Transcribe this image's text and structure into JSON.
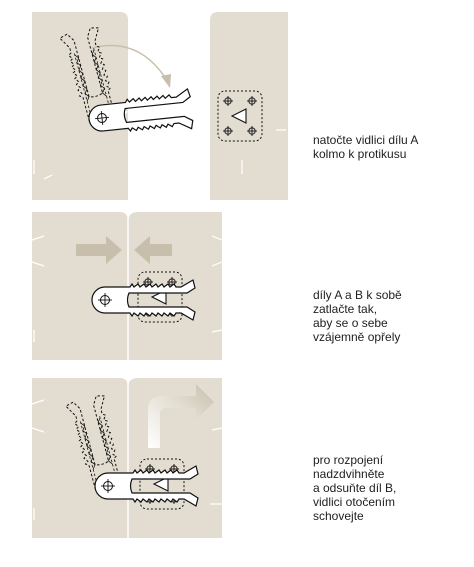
{
  "colors": {
    "panel": "#e2ddd0",
    "panel_edge": "#ffffff",
    "line": "#111111",
    "part_fill": "#ffffff",
    "arrow": "#c7bfab",
    "arrow_light": "#efece3"
  },
  "steps": [
    {
      "lines": [
        "natočte vidlici dílu A",
        "kolmo k protikusu"
      ]
    },
    {
      "lines": [
        "díly A a B k sobě",
        "zatlačte tak,",
        "aby se o sebe",
        "vzájemně opřely"
      ]
    },
    {
      "lines": [
        "pro rozpojení",
        "nadzdvihněte",
        "a odsuňte díl B,",
        "vidlici otočením",
        "schovejte"
      ]
    }
  ]
}
